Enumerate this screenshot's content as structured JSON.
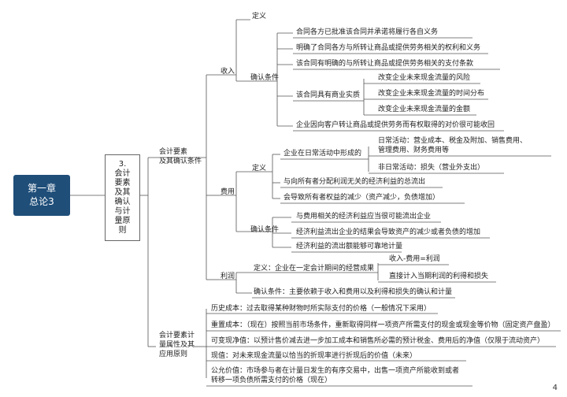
{
  "root": {
    "text": "第一章\n总论3"
  },
  "section": {
    "text": "3.\n会计\n要素\n及其\n确认\n与计\n量原\n则"
  },
  "branch1": {
    "label": "会计要素\n及其确认条件",
    "income": {
      "label": "收入",
      "def": "定义",
      "conditions_label": "确认条件",
      "conditions": [
        "合同各方已批准该合同并承诺将履行各自义务",
        "明确了合同各方与所转让商品或提供劳务相关的权利和义务",
        "该合同有明确的与所转让商品或提供劳务相关的支付条款",
        "该合同具有商业实质",
        "企业因向客户转让商品或提供劳务而有权取得的对价很可能收回"
      ],
      "substance": [
        "改变企业未来现金流量的风险",
        "改变企业未来现金流量的时间分布",
        "改变企业未来现金流量的金额"
      ]
    },
    "expense": {
      "label": "费用",
      "def": "定义",
      "def_items": [
        "企业在日常活动中形成的",
        "与向所有者分配利润无关的经济利益的总流出",
        "会导致所有者权益的减少（资产减少，负债增加）"
      ],
      "daily": "日常活动：营业成本、税金及附加、销售费用、\n管理费用、财务费用等",
      "nondaily": "非日常活动：损失（营业外支出）",
      "conditions_label": "确认条件",
      "conditions": [
        "与费用相关的经济利益应当很可能流出企业",
        "经济利益流出企业的结果会导致资产的减少或者负债的增加",
        "经济利益的流出额能够可靠地计量"
      ]
    },
    "profit": {
      "label": "利润",
      "def": "定义：企业在一定会计期间的经营成果",
      "def_items": [
        "收入-费用=利润",
        "直接计入当期利润的利得和损失"
      ],
      "cond": "确认条件：主要依赖于收入和费用以及利得和损失的确认和计量"
    }
  },
  "branch2": {
    "label": "会计要素计\n量属性及其\n应用原则",
    "items": [
      "历史成本：过去取得某种财物时所实际支付的价格（一般情况下采用）",
      "重置成本：（现在）按照当前市场条件，重新取得同样一项资产所需支付的现金或现金等价物（固定资产盘盈）",
      "可变现净值：以预计售价减去进一步加工成本和销售所必需的预计税金、费用后的净值（仅限于流动资产）",
      "现值：对未来现金流量以恰当的折现率进行折现后的价值（未来）",
      "公允价值：市场参与者在计量日发生的有序交易中，出售一项资产所能收到或者\n转移一项负债所需支付的价格（现在）"
    ]
  },
  "page_number": "4",
  "colors": {
    "root_bg": "#1f4e79",
    "line": "#555555"
  }
}
